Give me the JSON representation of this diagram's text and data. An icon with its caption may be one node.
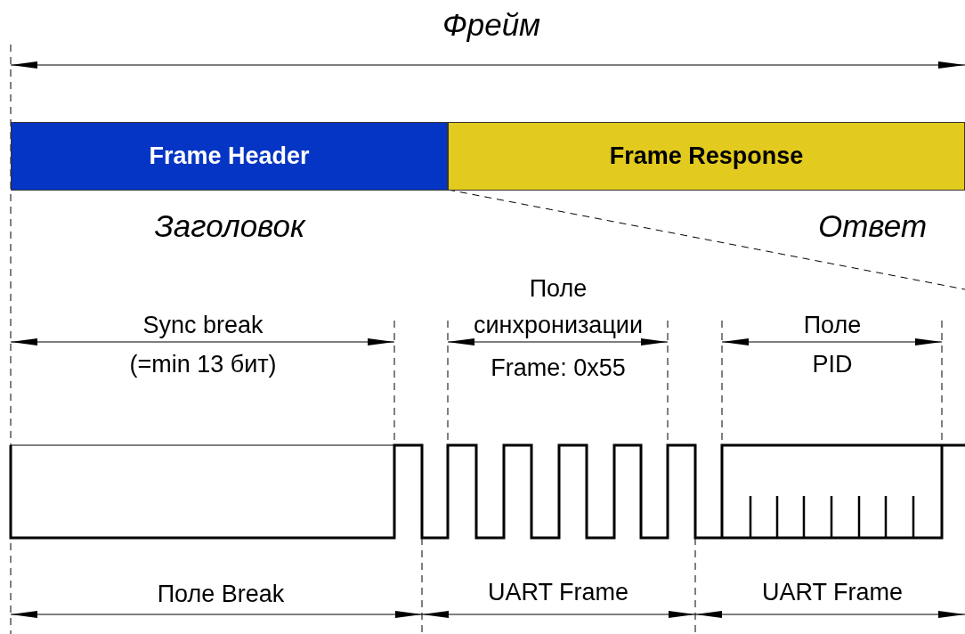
{
  "diagram": {
    "nodes": [
      {
        "text": [
          "Frame Header"
        ],
        "beside": [
          "Заголовок"
        ]
      },
      {
        "text": [
          "Frame Response"
        ],
        "beside": [
          "Ответ"
        ]
      }
    ],
    "labels": [
      "Фрейм",
      "Sync break",
      "(=min 13 бит)",
      "Поле синхронизации",
      "Frame: 0x55",
      "Поле",
      "PID",
      "Поле Break",
      "UART Frame",
      "UART Frame"
    ]
  }
}
